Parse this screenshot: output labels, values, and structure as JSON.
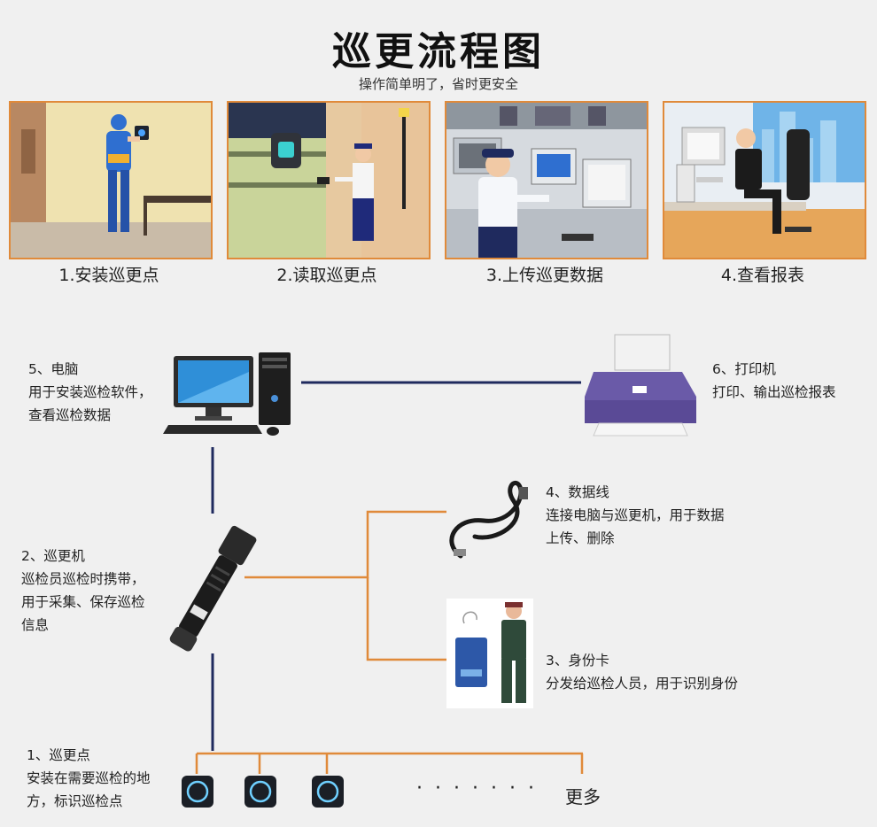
{
  "title": "巡更流程图",
  "subtitle": "操作简单明了，省时更安全",
  "steps": [
    {
      "label": "1.安装巡更点"
    },
    {
      "label": "2.读取巡更点"
    },
    {
      "label": "3.上传巡更数据"
    },
    {
      "label": "4.查看报表"
    }
  ],
  "components": {
    "computer": {
      "title": "5、电脑",
      "lines": [
        "用于安装巡检软件，",
        "查看巡检数据"
      ]
    },
    "printer": {
      "title": "6、打印机",
      "lines": [
        "打印、输出巡检报表"
      ]
    },
    "cable": {
      "title": "4、数据线",
      "lines": [
        "连接电脑与巡更机，用于数据",
        "上传、删除"
      ]
    },
    "reader": {
      "title": "2、巡更机",
      "lines": [
        "巡检员巡检时携带，",
        "用于采集、保存巡检",
        "信息"
      ]
    },
    "idcard": {
      "title": "3、身份卡",
      "lines": [
        "分发给巡检人员，用于识别身份"
      ]
    },
    "points": {
      "title": "1、巡更点",
      "lines": [
        "安装在需要巡检的地",
        "方，标识巡检点"
      ]
    }
  },
  "more": {
    "dots": "·······",
    "label": "更多"
  },
  "colors": {
    "panel_border": "#e08a3a",
    "orange_line": "#e08a3a",
    "navy_line": "#1f2a5e"
  }
}
